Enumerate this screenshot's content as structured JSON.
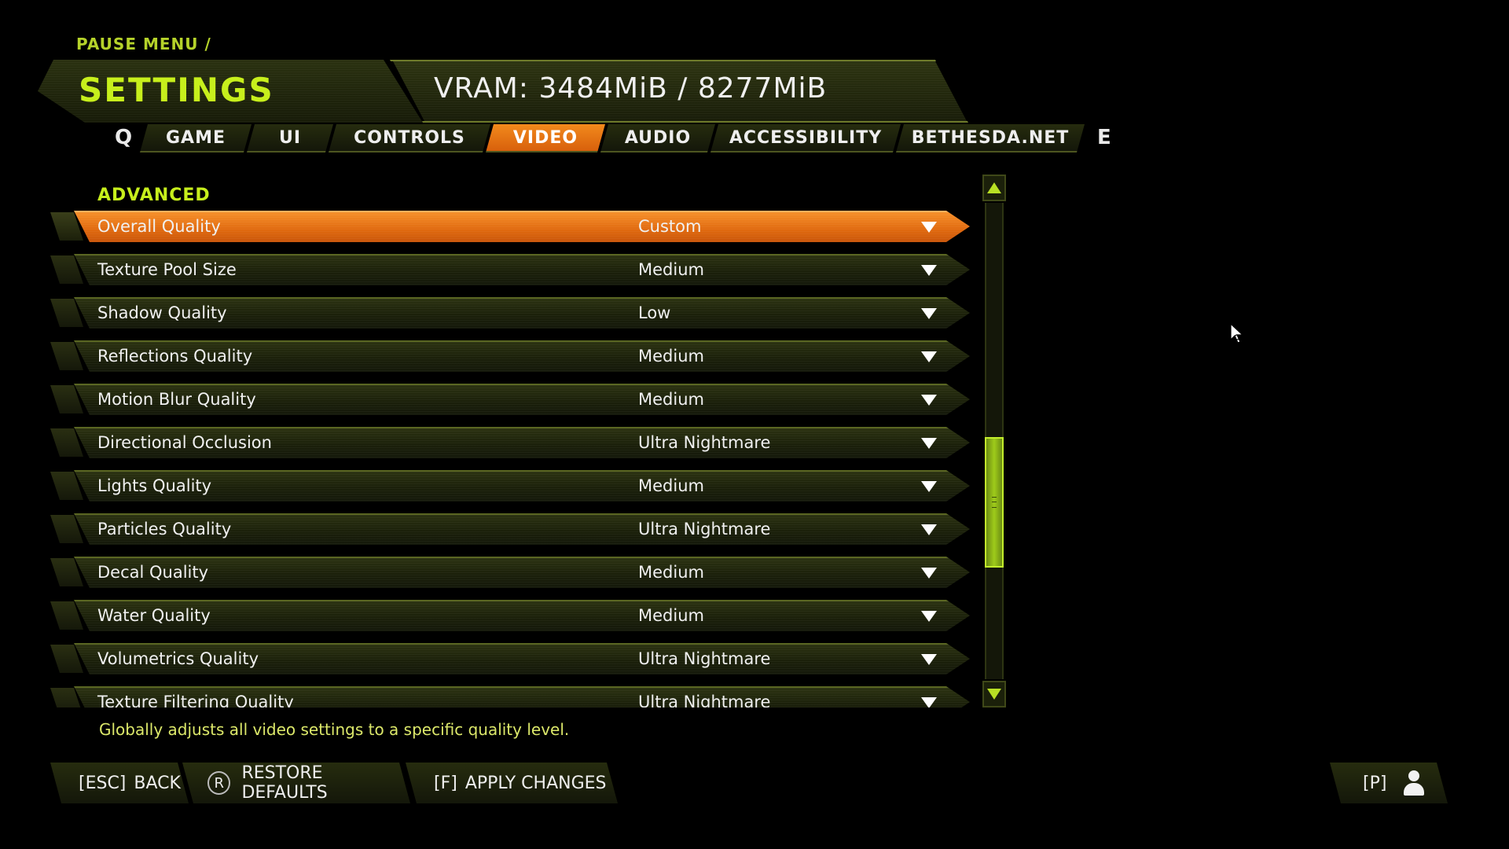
{
  "breadcrumb": "PAUSE MENU /",
  "header": {
    "title": "SETTINGS",
    "vram": "VRAM: 3484MiB / 8277MiB"
  },
  "tabs": {
    "prev_key": "Q",
    "next_key": "E",
    "items": [
      {
        "label": "GAME"
      },
      {
        "label": "UI"
      },
      {
        "label": "CONTROLS"
      },
      {
        "label": "VIDEO",
        "active": true
      },
      {
        "label": "AUDIO"
      },
      {
        "label": "ACCESSIBILITY"
      },
      {
        "label": "BETHESDA.NET"
      }
    ]
  },
  "section": {
    "title": "ADVANCED",
    "settings": [
      {
        "label": "Overall Quality",
        "value": "Custom",
        "selected": true
      },
      {
        "label": "Texture Pool Size",
        "value": "Medium"
      },
      {
        "label": "Shadow Quality",
        "value": "Low"
      },
      {
        "label": "Reflections Quality",
        "value": "Medium"
      },
      {
        "label": "Motion Blur Quality",
        "value": "Medium"
      },
      {
        "label": "Directional Occlusion",
        "value": "Ultra Nightmare"
      },
      {
        "label": "Lights Quality",
        "value": "Medium"
      },
      {
        "label": "Particles Quality",
        "value": "Ultra Nightmare"
      },
      {
        "label": "Decal Quality",
        "value": "Medium"
      },
      {
        "label": "Water Quality",
        "value": "Medium"
      },
      {
        "label": "Volumetrics Quality",
        "value": "Ultra Nightmare"
      },
      {
        "label": "Texture Filtering Quality",
        "value": "Ultra Nightmare"
      }
    ]
  },
  "description": "Globally adjusts all video settings to a specific quality level.",
  "footer": {
    "back": {
      "key": "[ESC]",
      "label": "BACK"
    },
    "restore": {
      "key": "R",
      "label": "RESTORE DEFAULTS"
    },
    "apply": {
      "key": "[F]",
      "label": "APPLY CHANGES"
    },
    "profile": {
      "key": "[P]"
    }
  },
  "colors": {
    "accent_green": "#c7ef1c",
    "active_orange": "#e8741a",
    "panel_dark": "#1b200a"
  }
}
